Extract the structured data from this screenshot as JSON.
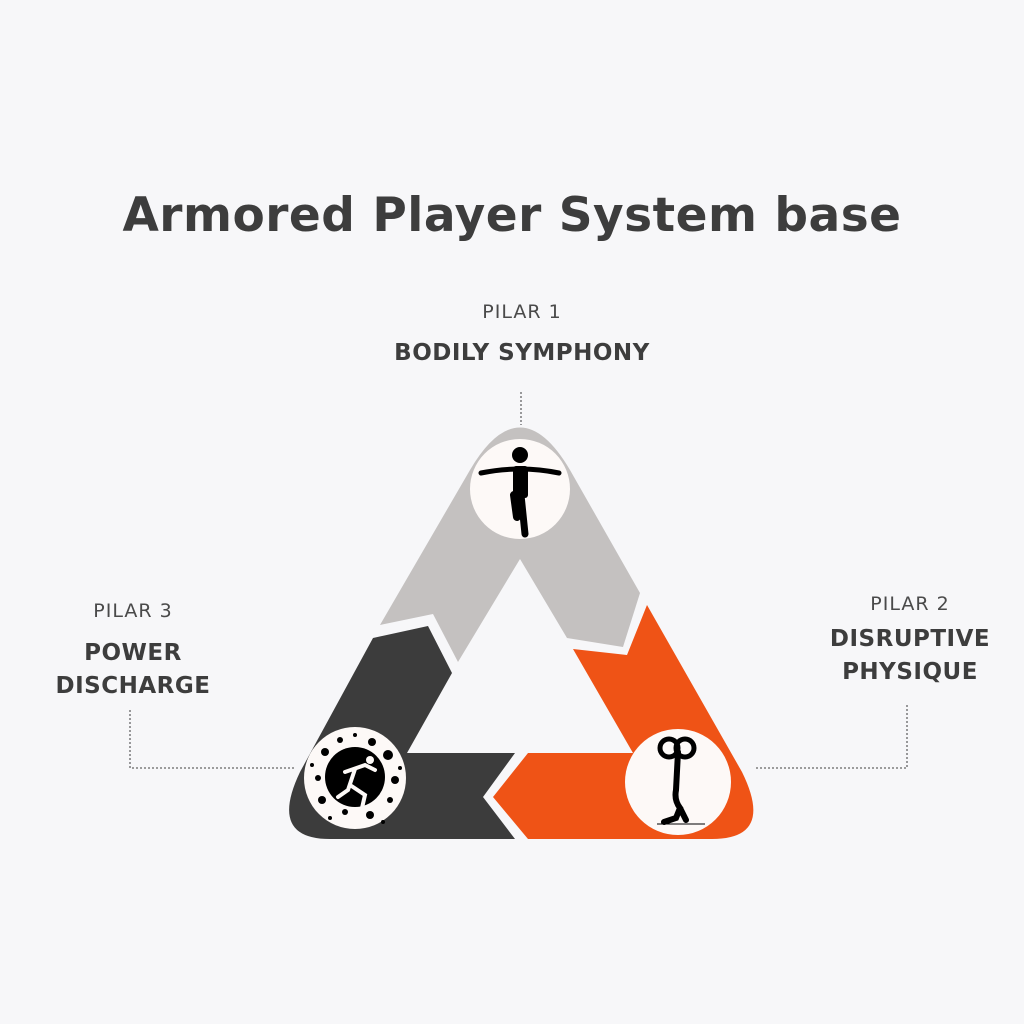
{
  "title": "Armored Player System base",
  "pillars": [
    {
      "kicker": "PILAR 1",
      "name": "BODILY SYMPHONY",
      "icon": "balance-figure-icon",
      "color": "#c4c1c0"
    },
    {
      "kicker": "PILAR 2",
      "name_lines": [
        "DISRUPTIVE",
        "PHYSIQUE"
      ],
      "icon": "weightlifter-icon",
      "color": "#ef5316"
    },
    {
      "kicker": "PILAR 3",
      "name_lines": [
        "POWER",
        "DISCHARGE"
      ],
      "icon": "sprinter-splash-icon",
      "color": "#3c3c3c"
    }
  ]
}
